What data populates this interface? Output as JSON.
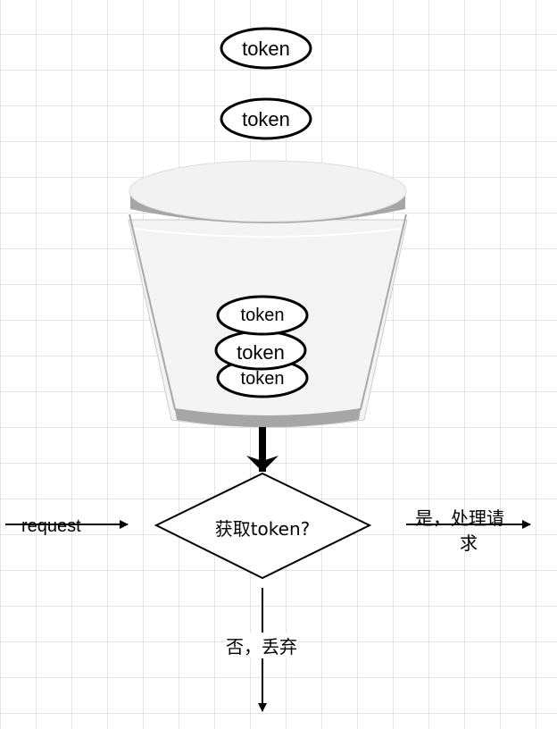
{
  "tokens": {
    "falling_1": "token",
    "falling_2": "token",
    "stack_top": "token",
    "stack_middle": "token",
    "stack_bottom": "token"
  },
  "decision": {
    "question": "获取token?"
  },
  "edges": {
    "input": "request",
    "yes_branch_line1": "是，处理请",
    "yes_branch_line2": "求",
    "no_branch": "否，丢弃"
  }
}
